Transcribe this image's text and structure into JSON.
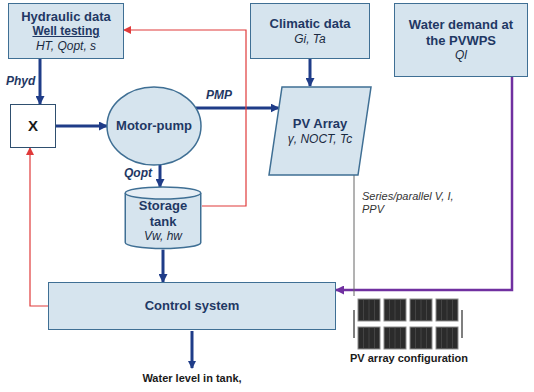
{
  "diagram": {
    "nodes": [
      {
        "text": [
          "Hydraulic data",
          "Well testing",
          "HT, Qopt, s"
        ]
      },
      {
        "text": [
          "Climatic data",
          "Gi, Ta"
        ]
      },
      {
        "text": [
          "Water demand at the PVWPS",
          "Ql"
        ]
      },
      {
        "text": [
          "X"
        ]
      },
      {
        "text": [
          "Motor-pump"
        ]
      },
      {
        "text": [
          "PV Array",
          "γ, NOCT, Tc"
        ]
      },
      {
        "text": [
          "Storage tank",
          "Vw, hw"
        ]
      },
      {
        "text": [
          "Control system"
        ]
      },
      {
        "text": [
          "PV array configuration"
        ]
      }
    ],
    "edges": [
      {
        "from": 0,
        "to": 3,
        "label": "Phyd",
        "arrow": "to"
      },
      {
        "from": 3,
        "to": 4,
        "arrow": "to"
      },
      {
        "from": 4,
        "to": 5,
        "label": "PMP",
        "arrow": "to"
      },
      {
        "from": 1,
        "to": 5,
        "arrow": "to"
      },
      {
        "from": 4,
        "to": 6,
        "label": "Qopt",
        "arrow": "to"
      },
      {
        "from": 6,
        "to": 7,
        "arrow": "to"
      },
      {
        "from": 2,
        "to": 7,
        "arrow": "to"
      },
      {
        "from": 7,
        "to": 3,
        "arrow": "to"
      },
      {
        "from": 6,
        "to": 0,
        "arrow": "to"
      },
      {
        "from": 5,
        "to": 8,
        "label": "Series/parallel V, I, PPV",
        "arrow": "none"
      }
    ],
    "labels": [
      "Water level in tank,"
    ]
  }
}
